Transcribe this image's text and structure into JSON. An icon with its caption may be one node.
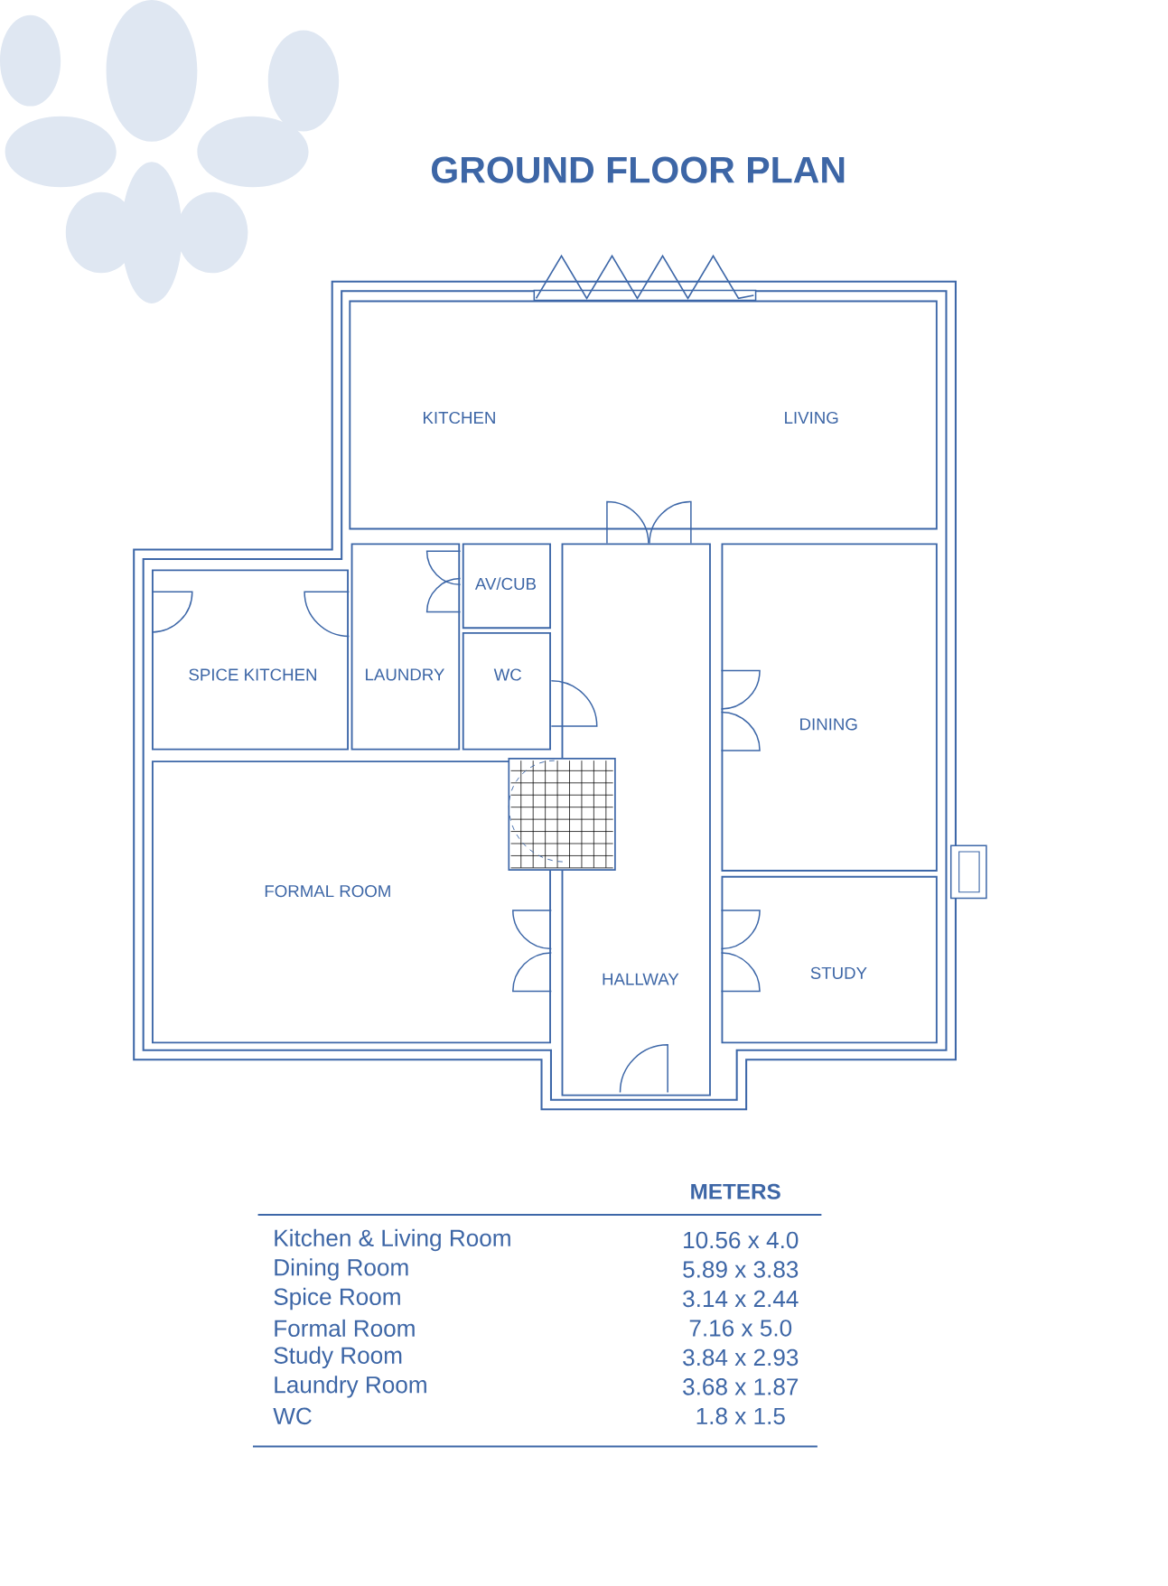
{
  "diagram": {
    "title": "GROUND FLOOR PLAN",
    "nodes": [
      {
        "text": [
          "KITCHEN",
          "LIVING"
        ]
      },
      {
        "text": [
          "AV/CUB"
        ]
      },
      {
        "text": [
          "SPICE KITCHEN"
        ]
      },
      {
        "text": [
          "LAUNDRY"
        ]
      },
      {
        "text": [
          "WC"
        ]
      },
      {
        "text": [
          "DINING"
        ]
      },
      {
        "text": [
          "FORMAL ROOM"
        ]
      },
      {
        "text": [
          "HALLWAY"
        ]
      },
      {
        "text": [
          "STUDY"
        ]
      }
    ],
    "labels": [
      "METERS",
      "Kitchen & Living Room",
      "10.56 x 4.0",
      "Dining Room",
      "5.89 x 3.83",
      "Spice Room",
      "3.14 x 2.44",
      "Formal Room",
      "7.16 x 5.0",
      "Study Room",
      "3.84 x 2.93",
      "Laundry Room",
      "3.68 x 1.87",
      "WC",
      "1.8 x 1.5"
    ]
  }
}
